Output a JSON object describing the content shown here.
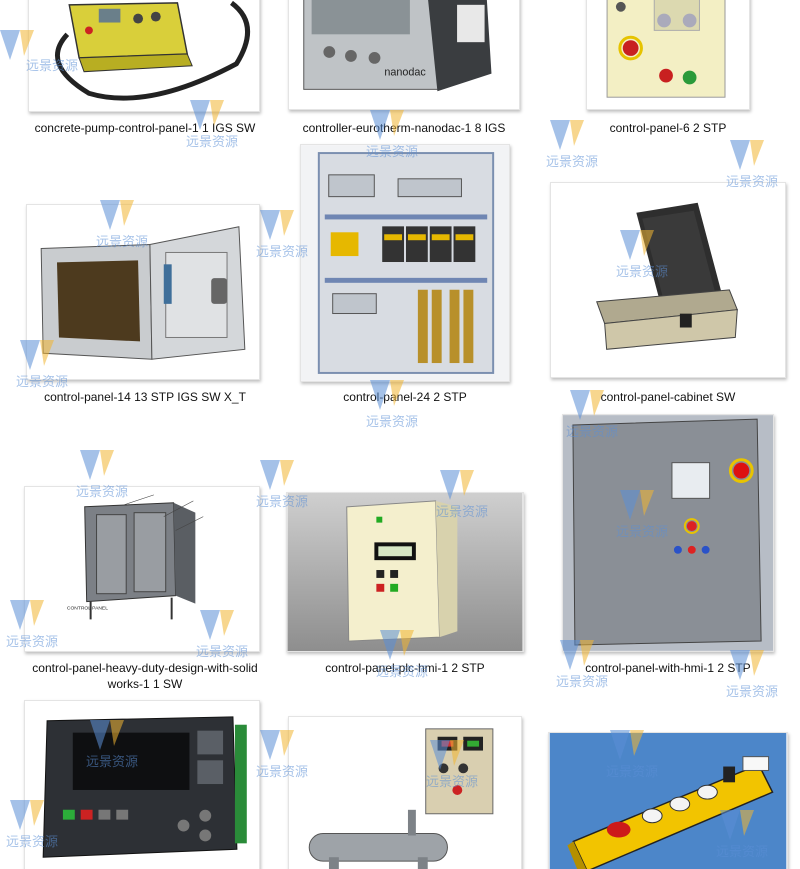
{
  "files": [
    {
      "name": "concrete-pump-control-panel-1 1 IGS SW",
      "icon": "concrete-pump-control-panel-thumbnail"
    },
    {
      "name": "controller-eurotherm-nanodac-1 8 IGS",
      "icon": "nanodac-controller-thumbnail",
      "brand_text": "nanodac"
    },
    {
      "name": "control-panel-6 2 STP",
      "icon": "control-panel-6-thumbnail"
    },
    {
      "name": "control-panel-14 13 STP IGS SW X_T",
      "icon": "control-panel-14-thumbnail"
    },
    {
      "name": "control-panel-24 2 STP",
      "icon": "control-panel-24-thumbnail"
    },
    {
      "name": "control-panel-cabinet SW",
      "icon": "control-panel-cabinet-thumbnail"
    },
    {
      "name": "control-panel-heavy-duty-design-with-solid works-1 1 SW",
      "icon": "control-panel-heavy-duty-thumbnail",
      "drawing_label": "CONTROL PANEL"
    },
    {
      "name": "control-panel-plc-hmi-1 2 STP",
      "icon": "control-panel-plc-hmi-thumbnail"
    },
    {
      "name": "control-panel-with-hmi-1 2 STP",
      "icon": "control-panel-with-hmi-thumbnail"
    },
    {
      "name": "",
      "icon": "hmi-controller-thumbnail"
    },
    {
      "name": "",
      "icon": "heater-control-box-thumbnail"
    },
    {
      "name": "",
      "icon": "pendant-push-button-station-thumbnail"
    }
  ],
  "watermark": {
    "text": "远景资源",
    "colors": {
      "blue": "#5b8fd6",
      "yellow": "#f2b632"
    }
  }
}
